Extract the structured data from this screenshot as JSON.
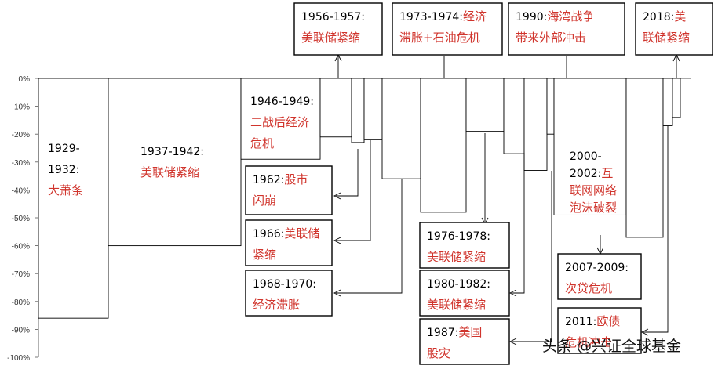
{
  "colors": {
    "date": "#000000",
    "desc": "#d0342c",
    "axis": "#555555"
  },
  "watermark": "头条 @兴证全球基金",
  "chart_data": {
    "type": "bar",
    "title": "",
    "xlabel": "",
    "ylabel": "",
    "y_unit": "%",
    "ylim": [
      -100,
      0
    ],
    "y_ticks": [
      "0%",
      "-10%",
      "-20%",
      "-30%",
      "-40%",
      "-50%",
      "-60%",
      "-70%",
      "-80%",
      "-90%",
      "-100%"
    ],
    "grid": false,
    "legend": "none",
    "series": [
      {
        "values": [
          -86,
          -60,
          -29,
          -21,
          -23,
          -22,
          -36,
          -48,
          -19,
          -27,
          -33,
          -20,
          -49,
          -57,
          -17,
          -14
        ]
      }
    ],
    "annotations": [
      {
        "date": "1929-1932:",
        "desc": "大萧条"
      },
      {
        "date": "1937-1942:",
        "desc": "美联储紧缩"
      },
      {
        "date": "1946-1949:",
        "desc": "二战后经济危机"
      },
      {
        "date": "1956-1957:",
        "desc": "美联储紧缩"
      },
      {
        "date": "1962:",
        "desc": "股市闪崩"
      },
      {
        "date": "1966:",
        "desc": "美联储紧缩"
      },
      {
        "date": "1968-1970:",
        "desc": "经济滞胀"
      },
      {
        "date": "1973-1974:",
        "desc": "经济滞胀+石油危机"
      },
      {
        "date": "1976-1978:",
        "desc": "美联储紧缩"
      },
      {
        "date": "1980-1982:",
        "desc": "美联储紧缩"
      },
      {
        "date": "1987:",
        "desc": "美国股灾"
      },
      {
        "date": "1990:",
        "desc": "海湾战争带来外部冲击"
      },
      {
        "date": "2000-2002:",
        "desc": "互联网网络泡沫破裂"
      },
      {
        "date": "2007-2009:",
        "desc": "次贷危机"
      },
      {
        "date": "2011:",
        "desc": "欧债危机冲击"
      },
      {
        "date": "2018:",
        "desc": "美联储紧缩"
      }
    ]
  }
}
